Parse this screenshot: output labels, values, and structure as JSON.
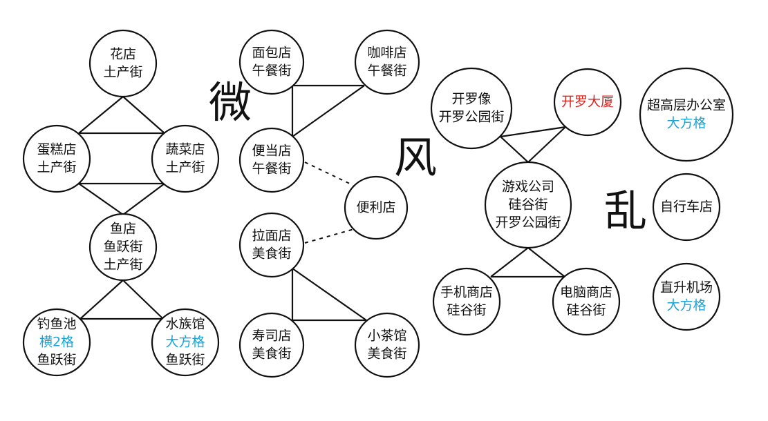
{
  "colors": {
    "default": "#111111",
    "blue": "#1aa3d6",
    "red": "#e0241c"
  },
  "big_chars": [
    {
      "id": "wei",
      "text": "微"
    },
    {
      "id": "feng",
      "text": "风"
    },
    {
      "id": "luan",
      "text": "乱"
    }
  ],
  "nodes": [
    {
      "id": "flower",
      "lines": [
        {
          "text": "花店"
        },
        {
          "text": "土产街"
        }
      ]
    },
    {
      "id": "cake",
      "lines": [
        {
          "text": "蛋糕店"
        },
        {
          "text": "土产街"
        }
      ]
    },
    {
      "id": "veg",
      "lines": [
        {
          "text": "蔬菜店"
        },
        {
          "text": "土产街"
        }
      ]
    },
    {
      "id": "fish",
      "lines": [
        {
          "text": "鱼店"
        },
        {
          "text": "鱼跃街"
        },
        {
          "text": "土产街"
        }
      ]
    },
    {
      "id": "fishing",
      "lines": [
        {
          "text": "钓鱼池"
        },
        {
          "text": "横2格",
          "color": "blue"
        },
        {
          "text": "鱼跃街"
        }
      ]
    },
    {
      "id": "aquarium",
      "lines": [
        {
          "text": "水族馆"
        },
        {
          "text": "大方格",
          "color": "blue"
        },
        {
          "text": "鱼跃街"
        }
      ]
    },
    {
      "id": "bakery",
      "lines": [
        {
          "text": "面包店"
        },
        {
          "text": "午餐街"
        }
      ]
    },
    {
      "id": "cafe",
      "lines": [
        {
          "text": "咖啡店"
        },
        {
          "text": "午餐街"
        }
      ]
    },
    {
      "id": "bento",
      "lines": [
        {
          "text": "便当店"
        },
        {
          "text": "午餐街"
        }
      ]
    },
    {
      "id": "conv",
      "lines": [
        {
          "text": "便利店"
        }
      ]
    },
    {
      "id": "ramen",
      "lines": [
        {
          "text": "拉面店"
        },
        {
          "text": "美食街"
        }
      ]
    },
    {
      "id": "sushi",
      "lines": [
        {
          "text": "寿司店"
        },
        {
          "text": "美食街"
        }
      ]
    },
    {
      "id": "tea",
      "lines": [
        {
          "text": "小茶馆"
        },
        {
          "text": "美食街"
        }
      ]
    },
    {
      "id": "statue",
      "lines": [
        {
          "text": "开罗像"
        },
        {
          "text": "开罗公园街"
        }
      ]
    },
    {
      "id": "tower",
      "lines": [
        {
          "text": "开罗大厦",
          "color": "red"
        }
      ]
    },
    {
      "id": "game",
      "lines": [
        {
          "text": "游戏公司"
        },
        {
          "text": "硅谷街"
        },
        {
          "text": "开罗公园街"
        }
      ]
    },
    {
      "id": "phone",
      "lines": [
        {
          "text": "手机商店"
        },
        {
          "text": "硅谷街"
        }
      ]
    },
    {
      "id": "pc",
      "lines": [
        {
          "text": "电脑商店"
        },
        {
          "text": "硅谷街"
        }
      ]
    },
    {
      "id": "office",
      "lines": [
        {
          "text": "超高层办公室"
        },
        {
          "text": "大方格",
          "color": "blue"
        }
      ]
    },
    {
      "id": "bike",
      "lines": [
        {
          "text": "自行车店"
        }
      ]
    },
    {
      "id": "heli",
      "lines": [
        {
          "text": "直升机场"
        },
        {
          "text": "大方格",
          "color": "blue"
        }
      ]
    }
  ]
}
